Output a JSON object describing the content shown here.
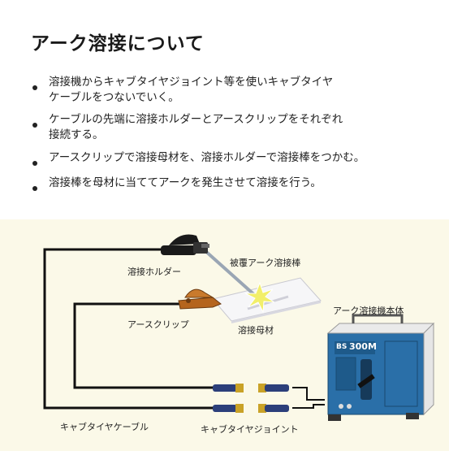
{
  "title": "アーク溶接について",
  "bullets": [
    {
      "line1": "溶接機からキャブタイヤジョイント等を使いキャブタイヤ",
      "line2": "ケーブルをつないでいく。"
    },
    {
      "line1": "ケーブルの先端に溶接ホルダーとアースクリップをそれぞれ",
      "line2": "接続する。"
    },
    {
      "line1": "アースクリップで溶接母材を、溶接ホルダーで溶接棒をつかむ。"
    },
    {
      "line1": "溶接棒を母材に当ててアークを発生させて溶接を行う。"
    }
  ],
  "diagram": {
    "labels": {
      "holder": "溶接ホルダー",
      "rod": "被覆アーク溶接棒",
      "clip": "アースクリップ",
      "base": "溶接母材",
      "machine": "アーク溶接機本体",
      "cable": "キャブタイヤケーブル",
      "joint": "キャブタイヤジョイント"
    },
    "machine_badge": "BS",
    "machine_model": "300M",
    "colors": {
      "background": "#fbf9e8",
      "cable": "#111111",
      "clamp": "#b5651d",
      "machine": "#2a6fa8",
      "joint": "#2c3f7a",
      "spark": "#f2ef6a"
    }
  }
}
